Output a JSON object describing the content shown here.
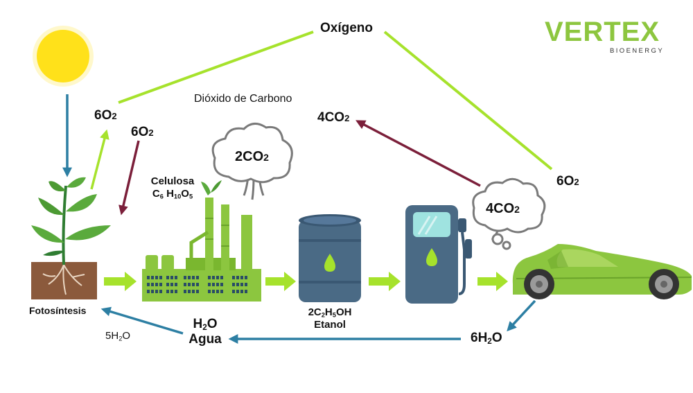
{
  "brand": {
    "name": "VERTEX",
    "tagline": "BIOENERGY"
  },
  "labels": {
    "oxygen_title": "Oxígeno",
    "co2_title": "Dióxido de Carbono",
    "o2_left_up": "6O",
    "o2_left_down": "6O",
    "o2_right": "6O",
    "co2_top": "4CO",
    "co2_factory_cloud": "2CO",
    "co2_car_cloud": "4CO",
    "cellulose_name": "Celulosa",
    "cellulose_formula_c": "C",
    "cellulose_formula_c_sub": "6",
    "cellulose_formula_h": "H",
    "cellulose_formula_h_sub": "10",
    "cellulose_formula_o": "O",
    "cellulose_formula_o_sub": "5",
    "photosynthesis": "Fotosíntesis",
    "ethanol_c": "2C",
    "ethanol_c_sub": "2",
    "ethanol_h": "H",
    "ethanol_h_sub": "5",
    "ethanol_oh": "OH",
    "ethanol_name": "Etanol",
    "water_formula_h": "H",
    "water_formula_h_sub": "2",
    "water_formula_o": "O",
    "water_name": "Agua",
    "water_car": "6H",
    "water_car_sub": "2",
    "water_car_o": "O",
    "water_plant": "5H",
    "water_plant_sub": "2",
    "water_plant_o": "O",
    "subscript_two": "2"
  },
  "colors": {
    "lime": "#a6e22c",
    "brand_green": "#8dc63f",
    "maroon": "#7b1f3a",
    "teal": "#2d7fa3",
    "steel": "#4a6a85",
    "car": "#8cc63f",
    "factory": "#8cc63f",
    "sun": "#ffe11a"
  }
}
